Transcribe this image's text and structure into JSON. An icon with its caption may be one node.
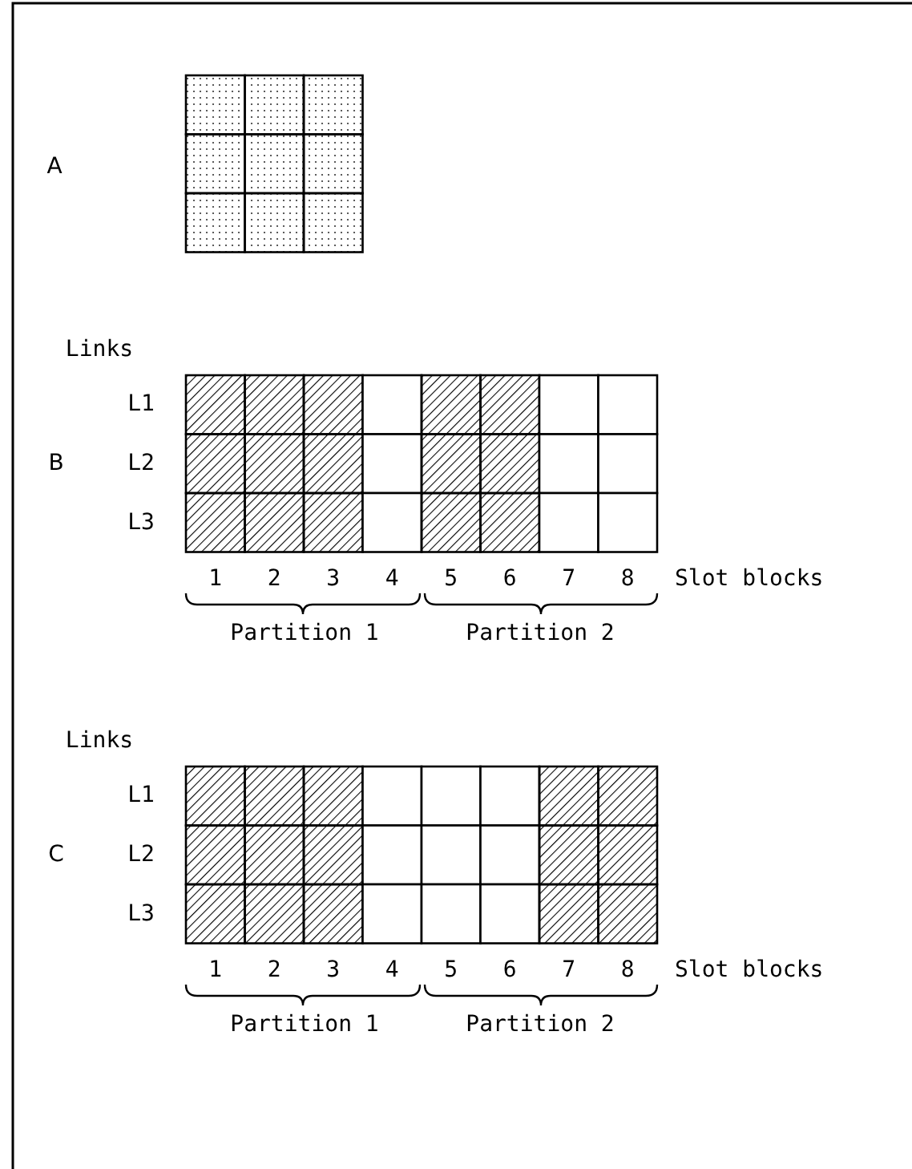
{
  "diagram": {
    "labels": [
      "A",
      "Links",
      "L1",
      "B",
      "L2",
      "L3",
      "1",
      "2",
      "3",
      "4",
      "5",
      "6",
      "7",
      "8",
      "Slot blocks",
      "Partition 1",
      "Partition 2",
      "Links",
      "L1",
      "C",
      "L2",
      "L3",
      "1",
      "2",
      "3",
      "4",
      "5",
      "6",
      "7",
      "8",
      "Slot blocks",
      "Partition 1",
      "Partition 2"
    ]
  }
}
